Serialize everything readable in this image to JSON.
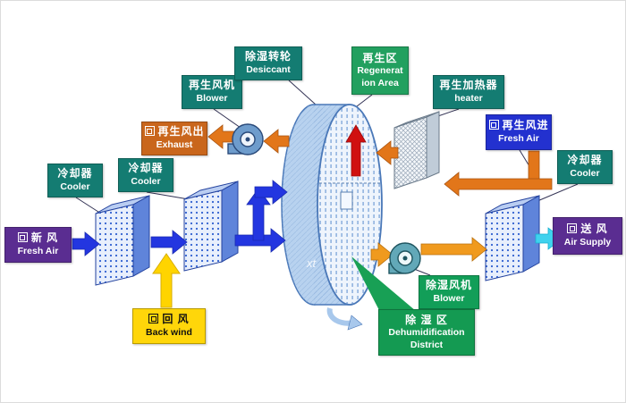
{
  "labels": {
    "fresh_air_in": {
      "zh": "新 风",
      "en": "Fresh Air"
    },
    "cooler_left1": {
      "zh": "冷却器",
      "en": "Cooler"
    },
    "cooler_left2": {
      "zh": "冷却器",
      "en": "Cooler"
    },
    "back_wind": {
      "zh": "回 风",
      "en": "Back wind"
    },
    "regen_blower": {
      "zh": "再生风机",
      "en": "Blower"
    },
    "exhaust": {
      "zh": "再生风出",
      "en": "Exhaust"
    },
    "desiccant_wheel": {
      "zh": "除湿转轮",
      "en": "Desiccant"
    },
    "regeneration_area": {
      "zh": "再生区",
      "en": "Regeneration Area"
    },
    "regen_heater": {
      "zh": "再生加热器",
      "en": "heater"
    },
    "regen_fresh_air": {
      "zh": "再生风进",
      "en": "Fresh Air"
    },
    "cooler_right": {
      "zh": "冷却器",
      "en": "Cooler"
    },
    "air_supply": {
      "zh": "送 风",
      "en": "Air Supply"
    },
    "dehumid_blower": {
      "zh": "除湿风机",
      "en": "Blower"
    },
    "dehumid_district": {
      "zh": "除 湿 区",
      "en": "Dehumidification District"
    }
  },
  "watermark": "xt",
  "colors": {
    "process_air_arrow": "#2336e0",
    "return_air_arrow": "#ffd400",
    "regen_air_arrow": "#e2761a",
    "dehumid_out_arrow": "#f09a1e",
    "supply_air_arrow": "#3fd2ee",
    "hot_air_arrow": "#d01010",
    "label_teal": "#147c72",
    "label_purple": "#5a2d91",
    "label_green": "#129e58",
    "label_blue": "#2331cf",
    "label_orange": "#c9661c",
    "label_yellow": "#ffd60a"
  }
}
